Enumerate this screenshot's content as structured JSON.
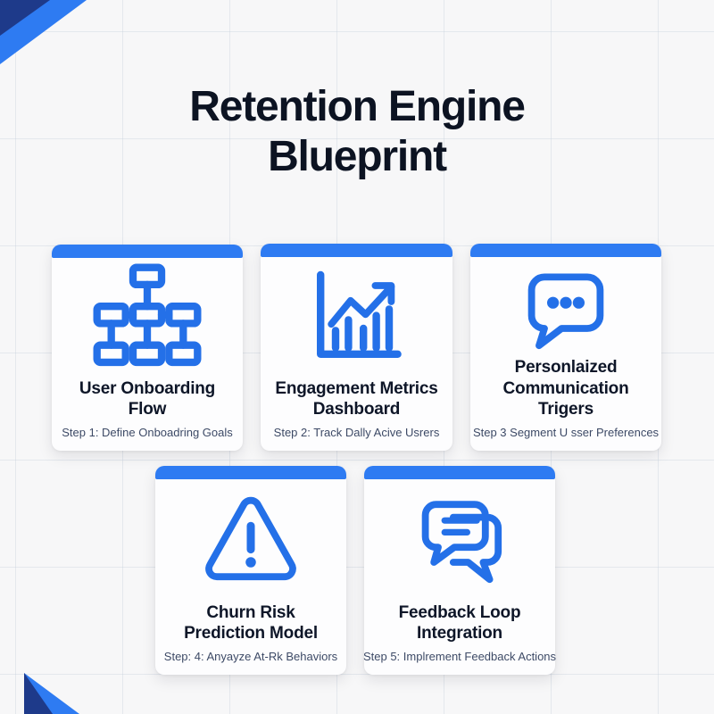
{
  "page": {
    "title_line1": "Retention Engine",
    "title_line2": "Blueprint"
  },
  "colors": {
    "accent_blue": "#2e7bf2",
    "icon_blue": "#2470e8",
    "corner_navy": "#1e3a8a",
    "title_text": "#0c1322",
    "subtitle_text": "#3d4a66",
    "card_background": "#fdfdfe",
    "page_background": "#f7f7f8"
  },
  "cards": [
    {
      "id": "user-onboarding-flow",
      "icon": "flowchart-icon",
      "title": "User Onboarding Flow",
      "title_lines": [
        "User Onboarding Flow"
      ],
      "subtitle": "Step 1: Define Onboadring Goals"
    },
    {
      "id": "engagement-metrics-dashboard",
      "icon": "bar-chart-icon",
      "title": "Engagement Metrics Dashboard",
      "title_lines": [
        "Engagement Metrics",
        "Dashboard"
      ],
      "subtitle": "Step 2: Track Dally Acive Usrers"
    },
    {
      "id": "personalized-communication-triggers",
      "icon": "speech-bubble-icon",
      "title": "Personlaized Communication Trigers",
      "title_lines": [
        "Personlaized",
        "Communication Trigers"
      ],
      "subtitle": "Step 3 Segment U sser Preferences"
    },
    {
      "id": "churn-risk-prediction-model",
      "icon": "warning-triangle-icon",
      "title": "Churn Risk Prediction Model",
      "title_lines": [
        "Churn Risk",
        "Prediction Model"
      ],
      "subtitle": "Step: 4: Anyayze At-Rk Behaviors"
    },
    {
      "id": "feedback-loop-integration",
      "icon": "chat-bubbles-icon",
      "title": "Feedback Loop Integration",
      "title_lines": [
        "Feedback Loop",
        "Integration"
      ],
      "subtitle": "Step 5: Implrement Feedback Actions"
    }
  ]
}
